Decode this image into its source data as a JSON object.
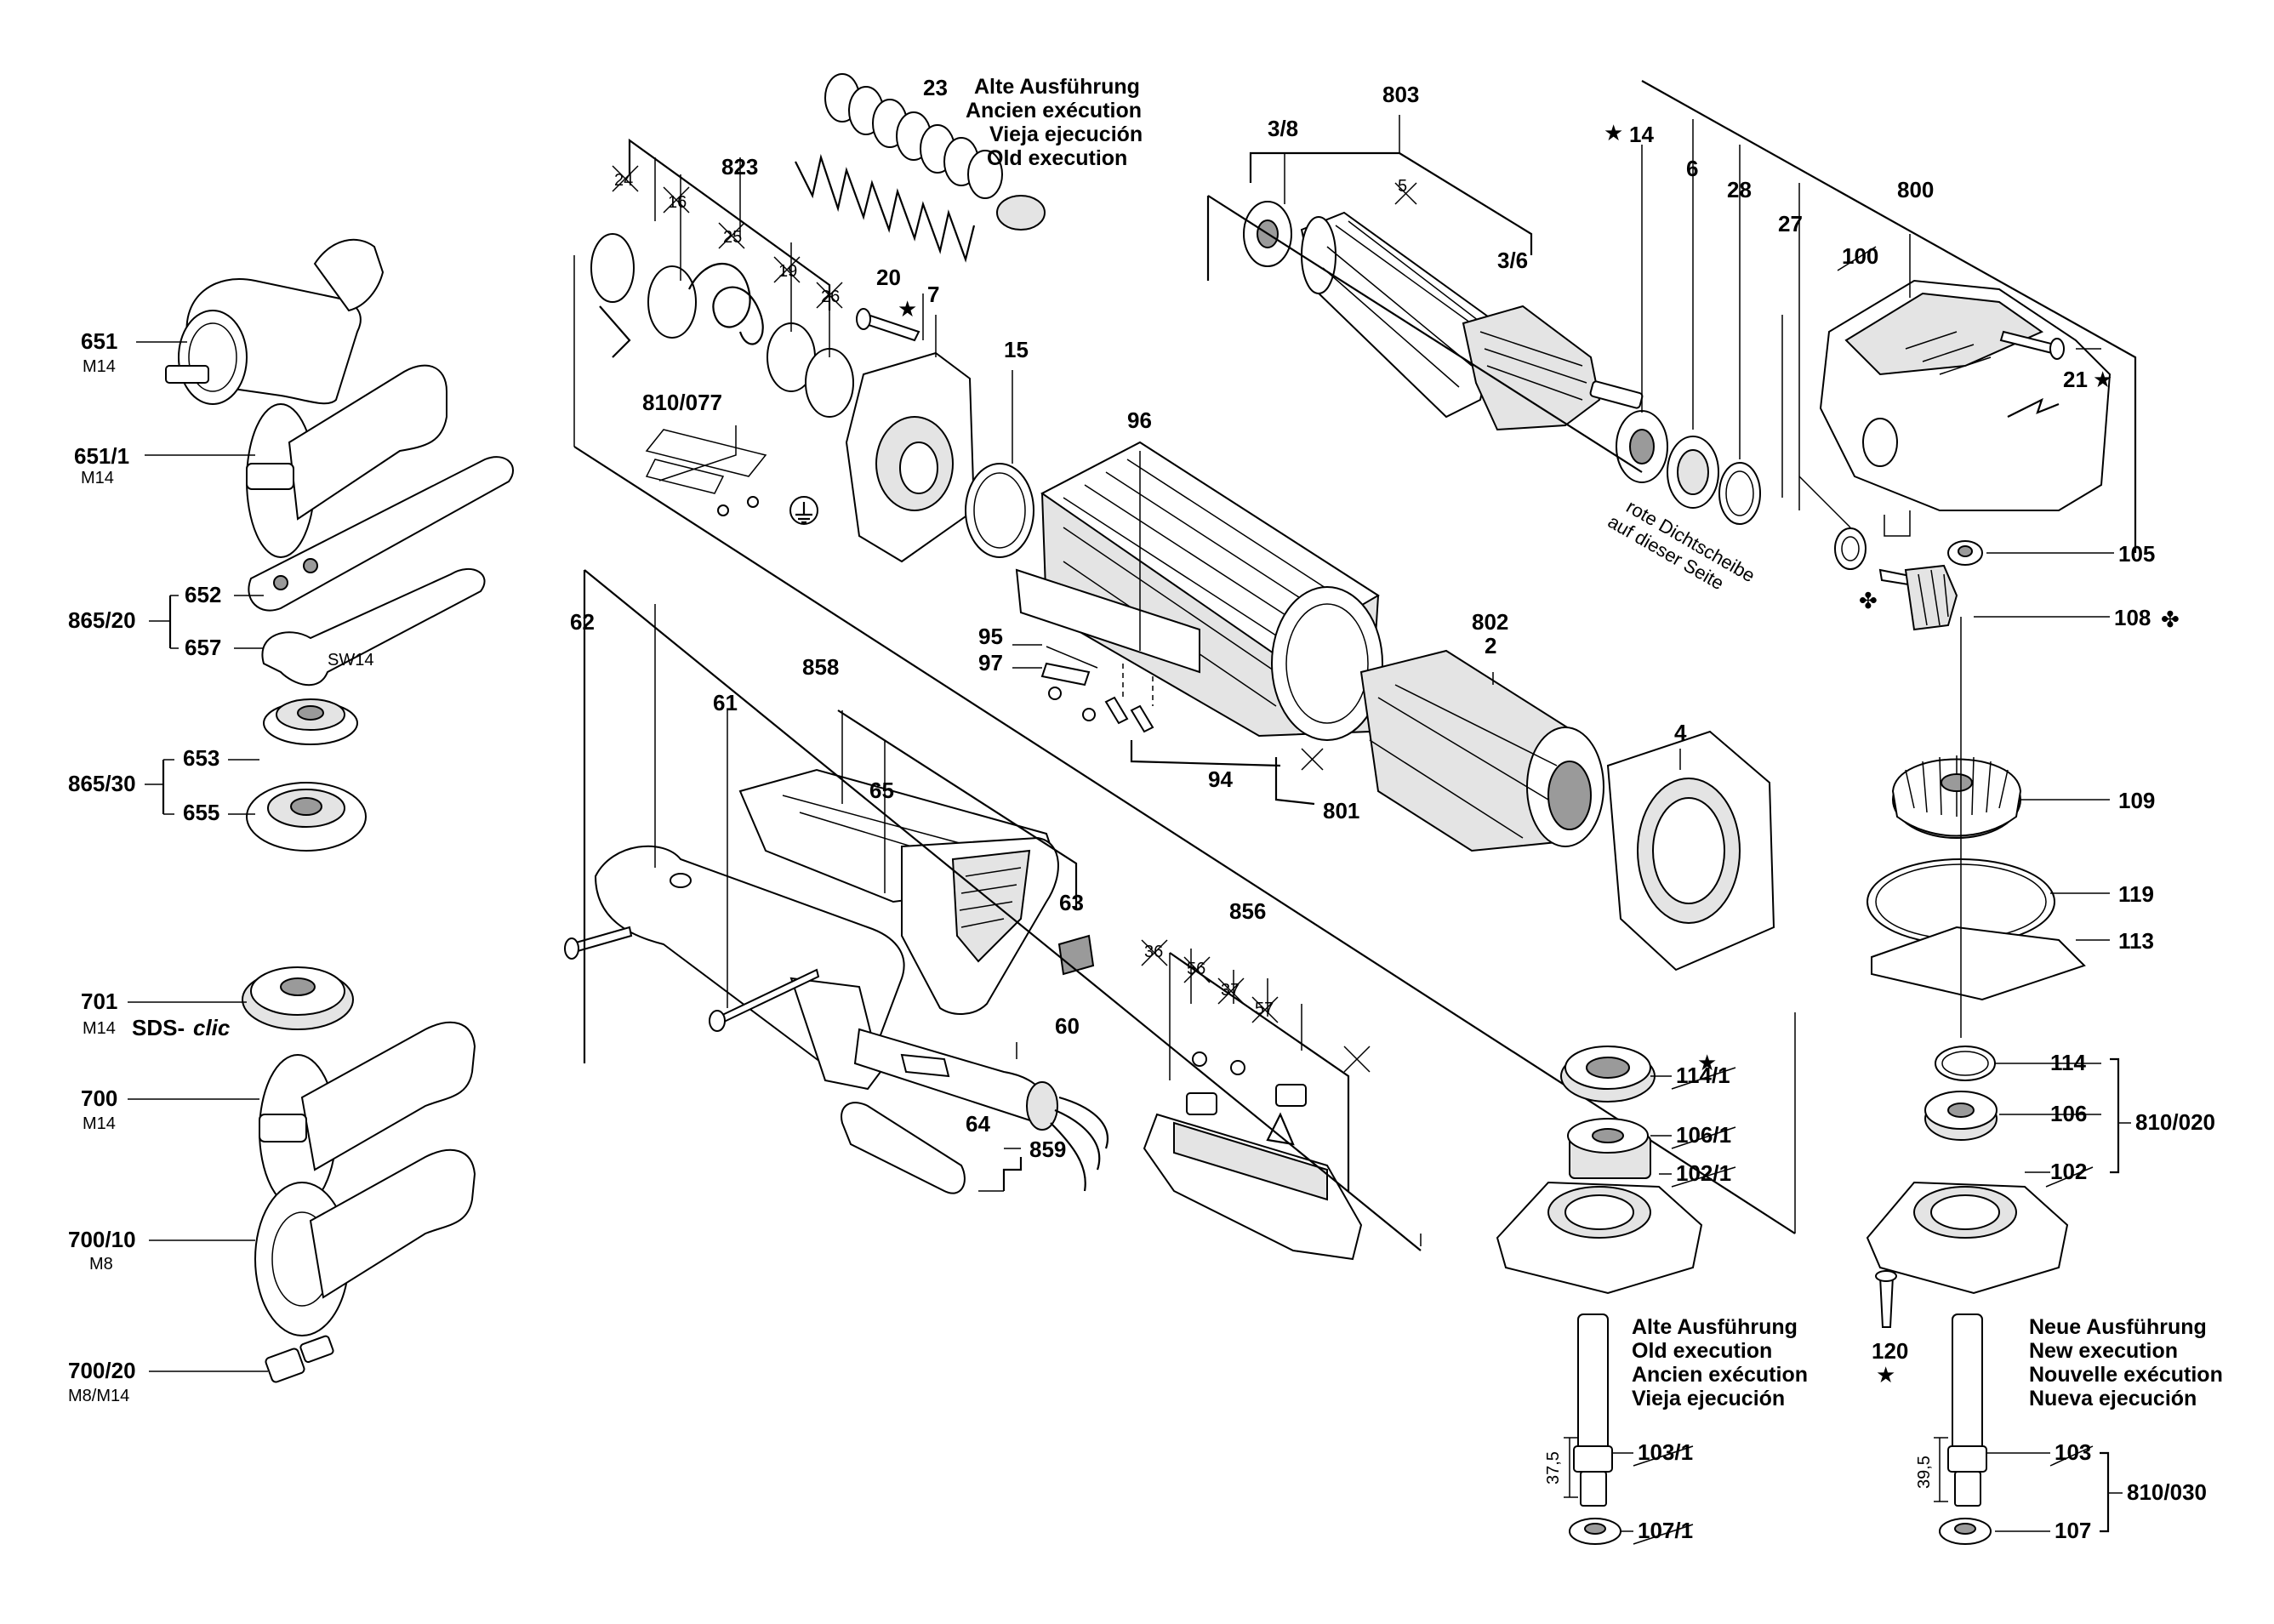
{
  "labels": {
    "p651": "651",
    "p651_sub": "M14",
    "p651_1": "651/1",
    "p651_1_sub": "M14",
    "p652": "652",
    "p657": "657",
    "p865_20": "865/20",
    "sw14": "SW14",
    "p653": "653",
    "p655": "655",
    "p865_30": "865/30",
    "p701": "701",
    "p701_sub": "M14",
    "sds_a": "SDS-",
    "sds_b": "clic",
    "p700": "700",
    "p700_sub": "M14",
    "p700_10": "700/10",
    "p700_10_sub": "M8",
    "p700_20": "700/20",
    "p700_20_sub": "M8/M14",
    "p23": "23",
    "p823": "823",
    "p20": "20",
    "p7": "7",
    "p15": "15",
    "p810_077": "810/077",
    "p96": "96",
    "p95": "95",
    "p97": "97",
    "p94": "94",
    "p801": "801",
    "p802": "802",
    "p2": "2",
    "p4": "4",
    "p62": "62",
    "p61": "61",
    "p858": "858",
    "p65": "65",
    "p63": "63",
    "p856": "856",
    "p60": "60",
    "p64": "64",
    "p859": "859",
    "p803": "803",
    "p3_8": "3/8",
    "p3_6": "3/6",
    "p14": "14",
    "p6": "6",
    "p28": "28",
    "p27": "27",
    "p800": "800",
    "p100": "100",
    "p21": "21",
    "p105": "105",
    "p108": "108",
    "p109": "109",
    "p119": "119",
    "p113": "113",
    "p114": "114",
    "p106": "106",
    "p810_020": "810/020",
    "p102": "102",
    "p114_1": "114/1",
    "p106_1": "106/1",
    "p102_1": "102/1",
    "p120": "120",
    "p103": "103",
    "p107": "107",
    "p810_030": "810/030",
    "p103_1": "103/1",
    "p107_1": "107/1",
    "dim37": "37,5",
    "dim39": "39,5",
    "x24": "24",
    "x25": "25",
    "x26": "26",
    "x16": "16",
    "x19": "19",
    "x5": "5",
    "x36": "36",
    "x37": "37",
    "x56": "56",
    "x57": "57"
  },
  "symbols": {
    "star": "★",
    "club": "✤"
  },
  "notes": {
    "old_top": [
      "Alte Ausführung",
      "Ancien exécution",
      "Vieja ejecución",
      "Old execution"
    ],
    "old_bottom": [
      "Alte Ausführung",
      "Old execution",
      "Ancien exécution",
      "Vieja ejecución"
    ],
    "new_bottom": [
      "Neue Ausführung",
      "New execution",
      "Nouvelle exécution",
      "Nueva ejecución"
    ],
    "seal": [
      "rote Dichtscheibe",
      "auf dieser Seite"
    ]
  }
}
